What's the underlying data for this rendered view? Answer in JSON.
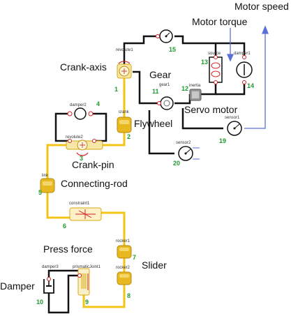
{
  "annotations": {
    "motor_speed": "Motor speed",
    "motor_torque": "Motor torque",
    "crank_axis": "Crank-axis",
    "gear": "Gear",
    "flywheel": "Flywheel",
    "servo_motor": "Servo motor",
    "crank_pin": "Crank-pin",
    "connecting_rod": "Connecting-rod",
    "press_force": "Press force",
    "slider": "Slider",
    "damper": "Damper"
  },
  "component_labels": {
    "revolute1": "revolute1",
    "crank": "crank",
    "damper2": "damper2",
    "revolute2": "revolute2",
    "link": "link",
    "constraint1": "constraint1",
    "rocker1": "rocker1",
    "rocker2": "rocker2",
    "damper3": "damper3",
    "prismatic_joint1": "prismaticJoint1",
    "gear1": "gear1",
    "inertia": "inertia",
    "source": "source",
    "damper1": "damper1",
    "sensor1": "sensor1",
    "sensor2": "sensor2"
  },
  "node_numbers": {
    "n1": "1",
    "n2": "2",
    "n3": "3",
    "n4": "4",
    "n5": "5",
    "n6": "6",
    "n7": "7",
    "n8": "8",
    "n9": "9",
    "n10": "10",
    "n11": "11",
    "n12": "12",
    "n13": "13",
    "n14": "14",
    "n15": "15",
    "n19": "19",
    "n20": "20"
  },
  "colors": {
    "mechanical_link": "#f2c418",
    "rotational_wire": "#111111",
    "signal_wire": "#5b6fd6",
    "node_number": "#1e9a2e",
    "flange_red": "#d42020"
  }
}
